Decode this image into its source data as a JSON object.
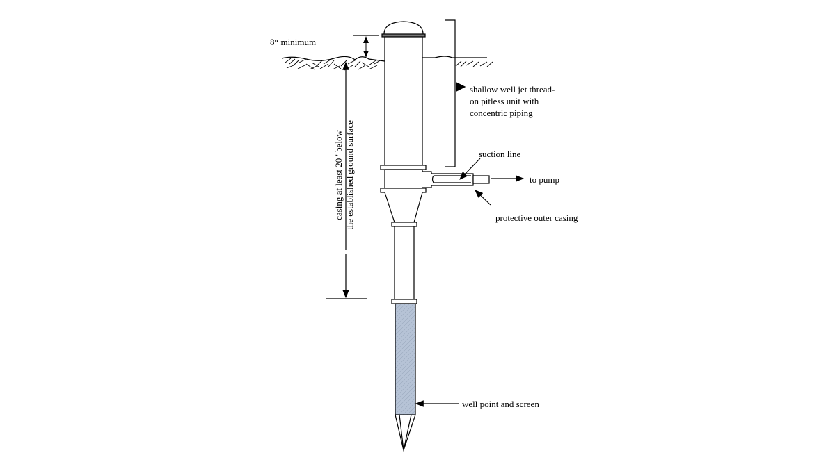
{
  "labels": {
    "minimum": "8“ minimum",
    "unit_line1": "shallow well jet thread-",
    "unit_line2": "on pitless unit with",
    "unit_line3": "concentric piping",
    "suction_line": "suction line",
    "to_pump": "to pump",
    "outer_casing": "protective outer casing",
    "well_point": "well point and screen",
    "casing_depth_line1": "casing at least 20 ' below",
    "casing_depth_line2": "the established ground surface"
  },
  "colors": {
    "screen": "#b6c3d6",
    "line": "#000000"
  }
}
